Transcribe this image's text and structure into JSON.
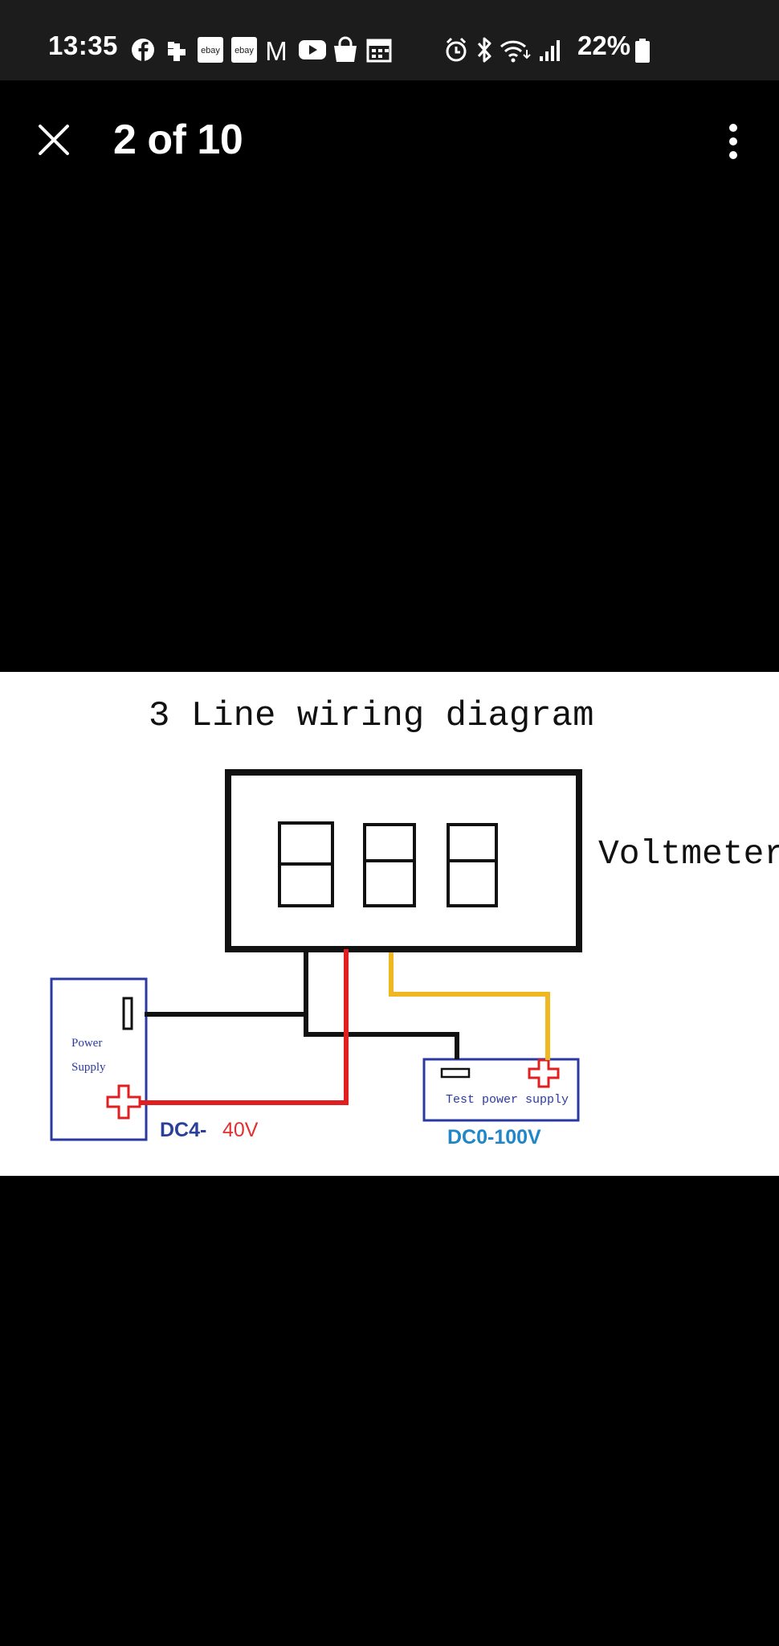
{
  "status_bar": {
    "time": "13:35",
    "battery_percent": "22%",
    "left_icons": [
      "facebook-icon",
      "health-icon",
      "ebay-icon",
      "ebay-icon",
      "gmail-icon",
      "youtube-icon",
      "shopping-bag-icon",
      "calendar-icon"
    ],
    "right_icons": [
      "alarm-icon",
      "bluetooth-icon",
      "wifi-icon",
      "signal-icon",
      "battery-icon"
    ],
    "ebay_badge_text": "ebay",
    "gmail_glyph": "M"
  },
  "viewer": {
    "page_counter": "2 of 10",
    "close_icon": "close-icon",
    "more_icon": "more-vertical-icon"
  },
  "photo": {
    "title": "3 Line wiring diagram",
    "meter_label": "Voltmeter",
    "power_supply_line1": "Power",
    "power_supply_line2": "Supply",
    "power_voltage_prefix": "DC4-",
    "power_voltage_value": "40V",
    "test_supply_label": "Test power supply",
    "test_voltage": "DC0-100V",
    "colors": {
      "wire_black": "#111111",
      "wire_red": "#e02020",
      "wire_yellow": "#f0b820",
      "box_blue": "#2b3aa0",
      "label_blue": "#2a3f9c",
      "label_red": "#e03030",
      "label_cyan": "#1f86c8"
    }
  }
}
